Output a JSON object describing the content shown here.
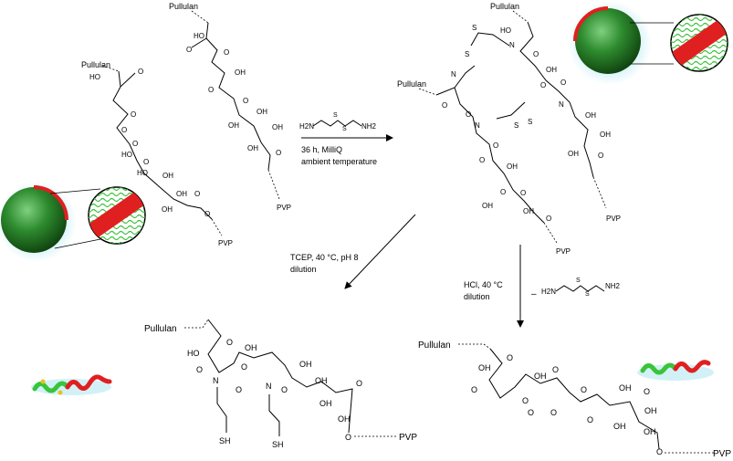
{
  "labels": {
    "pullulan": "Pullulan",
    "pvp": "PVP",
    "ho": "HO",
    "oh": "OH",
    "o": "O",
    "n": "N",
    "s": "S",
    "sh": "SH",
    "h2n": "H2N",
    "nh2": "NH2"
  },
  "conditions": {
    "crosslink_time": "36 h, MilliQ",
    "crosslink_temp": "ambient temperature",
    "tcep": "TCEP, 40 °C, pH 8",
    "tcep_dilution": "dilution",
    "hcl": "HCl, 40 °C",
    "hcl_dilution": "dilution",
    "minus": "–"
  },
  "colors": {
    "sphere_green": "#2e8b2e",
    "sphere_dark": "#0d3d0d",
    "shell_red": "#e02020",
    "chain_green": "#39c439",
    "glow": "#c7eef5"
  }
}
